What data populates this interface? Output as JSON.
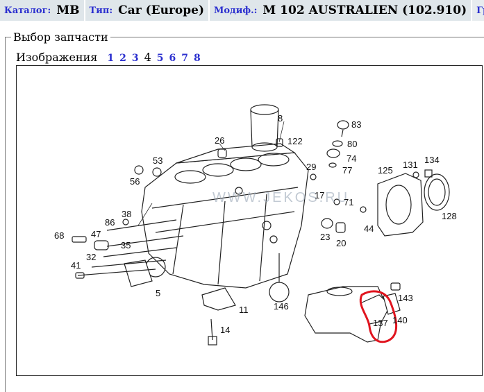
{
  "tabs": [
    {
      "label": "Каталог:",
      "value": "MB"
    },
    {
      "label": "Тип:",
      "value": "Car (Europe)"
    },
    {
      "label": "Модиф.:",
      "value": "M 102 AUSTRALIEN (102.910)"
    }
  ],
  "group_tab": {
    "label": "Группа"
  },
  "fieldset": {
    "legend": "Выбор запчасти"
  },
  "images": {
    "label": "Изображения",
    "pages": [
      "1",
      "2",
      "3",
      "4",
      "5",
      "6",
      "7",
      "8"
    ],
    "current": "4"
  },
  "diagram": {
    "watermark": "WWW.JEKOS.RU",
    "callouts": [
      "8",
      "83",
      "122",
      "80",
      "26",
      "74",
      "53",
      "29",
      "77",
      "125",
      "131",
      "134",
      "56",
      "17",
      "71",
      "38",
      "44",
      "128",
      "86",
      "47",
      "68",
      "23",
      "20",
      "35",
      "32",
      "41",
      "5",
      "143",
      "146",
      "11",
      "137",
      "140",
      "14"
    ],
    "highlight_color": "#e0141e"
  }
}
